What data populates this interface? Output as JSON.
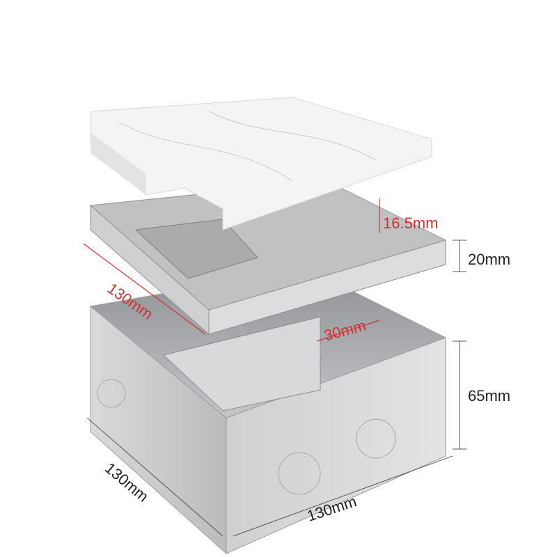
{
  "dimensions": {
    "lid_recess_depth": "16.5mm",
    "lid_height": "20mm",
    "lid_width": "130mm",
    "inner_depth": "30mm",
    "box_height": "65mm",
    "box_depth": "130mm",
    "box_width": "130mm"
  },
  "colors": {
    "dimension_accent": "#d23030",
    "dimension_default": "#222222",
    "steel": "#c9cbcd",
    "marble": "#f4f4f4"
  }
}
